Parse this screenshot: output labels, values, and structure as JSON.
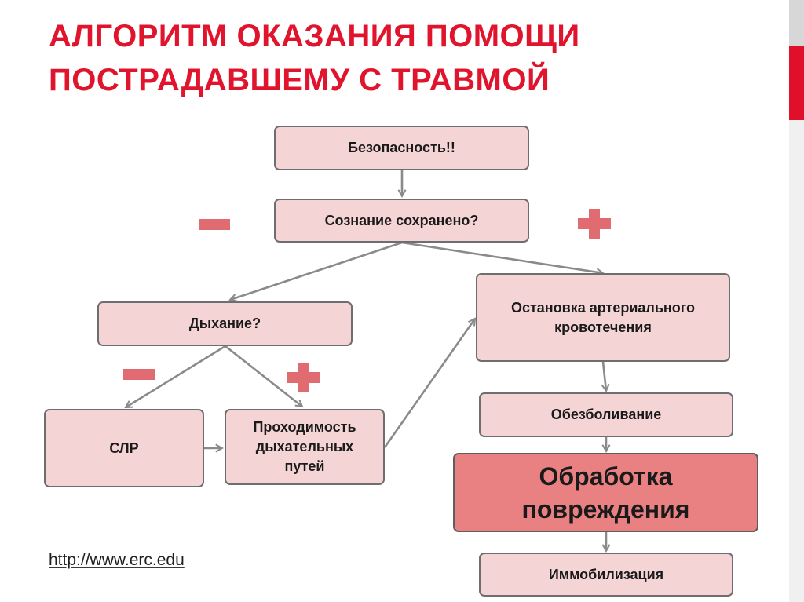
{
  "title": {
    "line1": "АЛГОРИТМ ОКАЗАНИЯ ПОМОЩИ",
    "line2": "ПОСТРАДАВШЕМУ С ТРАВМОЙ"
  },
  "nodes": {
    "safety": "Безопасность!!",
    "conscious": "Сознание сохранено?",
    "breathing": "Дыхание?",
    "bleeding": "Остановка артериального кровотечения",
    "cpr": "СЛР",
    "airway": "Проходимость дыхательных путей",
    "analgesia": "Обезболивание",
    "treatment": "Обработка повреждения",
    "immobilization": "Иммобилизация"
  },
  "signs": {
    "conscious_no": "minus-icon",
    "conscious_yes": "plus-icon",
    "breathing_no": "minus-icon",
    "breathing_yes": "plus-icon"
  },
  "source_link": "http://www.erc.edu",
  "colors": {
    "title": "#e0142c",
    "box_fill": "#f5d4d6",
    "box_highlight": "#e98082",
    "sign": "#e06b70",
    "arrow": "#8a8a8a"
  }
}
